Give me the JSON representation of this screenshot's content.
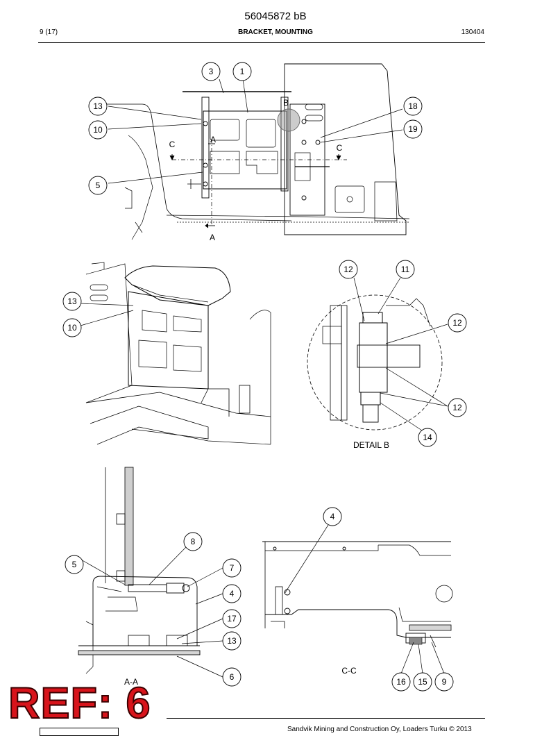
{
  "header": {
    "doc_number": "56045872 bB",
    "page": "9 (17)",
    "title": "BRACKET, MOUNTING",
    "date": "130404"
  },
  "views": {
    "top": {
      "balloons": [
        "3",
        "1",
        "13",
        "10",
        "5",
        "18",
        "19"
      ],
      "section_letters": {
        "a1": "A",
        "a2": "A",
        "b": "B",
        "c1": "C",
        "c2": "C"
      }
    },
    "iso": {
      "balloons": [
        "13",
        "10"
      ]
    },
    "detail_b": {
      "label": "DETAIL B",
      "balloons": [
        "12",
        "11",
        "12",
        "12",
        "14"
      ]
    },
    "section_aa": {
      "label": "A-A",
      "balloons": [
        "8",
        "5",
        "7",
        "4",
        "17",
        "13",
        "6"
      ]
    },
    "section_cc": {
      "label": "C-C",
      "balloons": [
        "4",
        "16",
        "15",
        "9"
      ]
    }
  },
  "stamp": "REF: 6",
  "footer": {
    "text": "Sandvik Mining and Construction Oy, Loaders Turku © 2013"
  }
}
